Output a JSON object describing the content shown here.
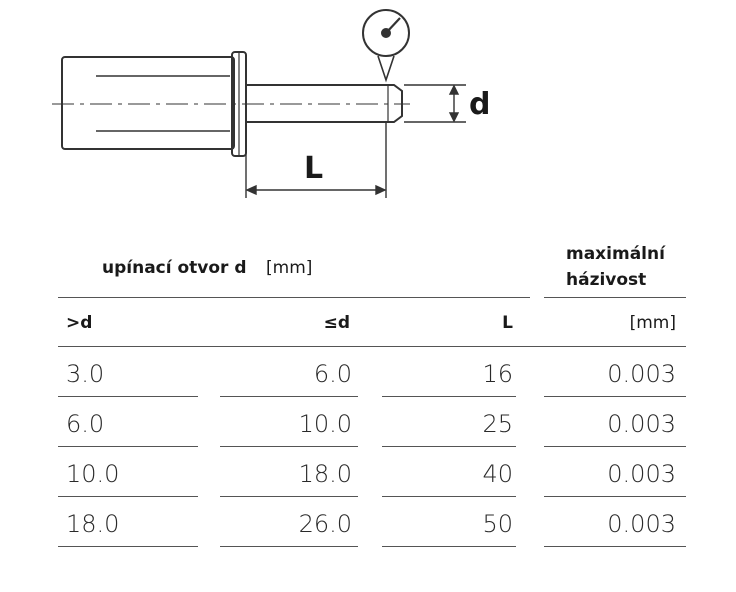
{
  "drawing": {
    "label_d": "d",
    "label_L": "L"
  },
  "table": {
    "group_header": {
      "text": "upínací otvor d",
      "unit": "[mm]"
    },
    "runout_header": {
      "line1": "maximální",
      "line2": "házivost"
    },
    "columns": [
      ">d",
      "≤d",
      "L",
      "[mm]"
    ],
    "rows": [
      [
        "3.0",
        "6.0",
        "16",
        "0.003"
      ],
      [
        "6.0",
        "10.0",
        "25",
        "0.003"
      ],
      [
        "10.0",
        "18.0",
        "40",
        "0.003"
      ],
      [
        "18.0",
        "26.0",
        "50",
        "0.003"
      ]
    ]
  }
}
